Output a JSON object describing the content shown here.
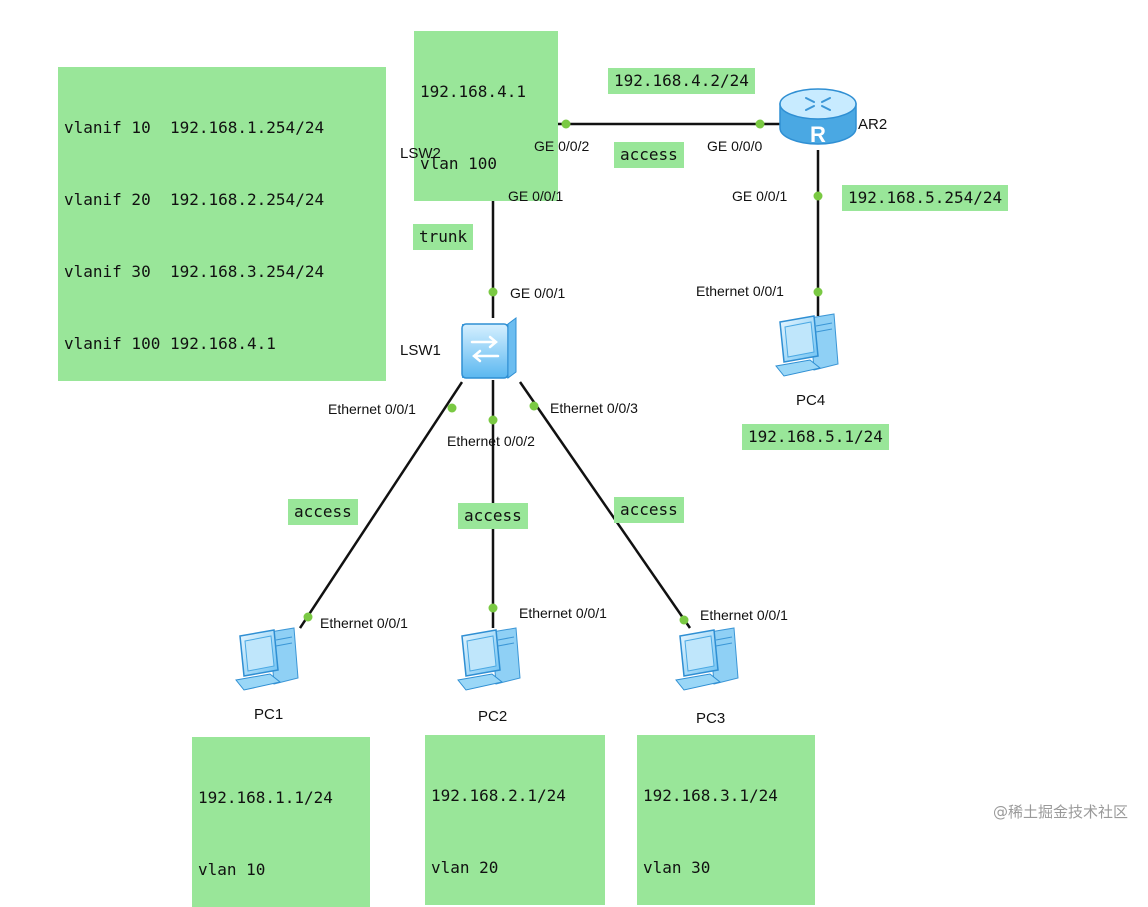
{
  "notes": {
    "lsw2_ip": [
      "192.168.4.1",
      "vlan 100"
    ],
    "vlanif": [
      "vlanif 10  192.168.1.254/24",
      "vlanif 20  192.168.2.254/24",
      "vlanif 30  192.168.3.254/24",
      "vlanif 100 192.168.4.1"
    ],
    "ar2_ip": "192.168.4.2/24",
    "access_top": "access",
    "ar2_lan": "192.168.5.254/24",
    "trunk": "trunk",
    "pc4_ip": "192.168.5.1/24",
    "access_pc1": "access",
    "access_pc2": "access",
    "access_pc3": "access",
    "pc1": [
      "192.168.1.1/24",
      "vlan 10"
    ],
    "pc2": [
      "192.168.2.1/24",
      "vlan 20"
    ],
    "pc3": [
      "192.168.3.1/24",
      "vlan 30"
    ]
  },
  "devices": {
    "lsw2": "LSW2",
    "ar2": "AR2",
    "lsw1": "LSW1",
    "pc1": "PC1",
    "pc2": "PC2",
    "pc3": "PC3",
    "pc4": "PC4"
  },
  "ports": {
    "lsw2_ge002": "GE 0/0/2",
    "ar2_ge000": "GE 0/0/0",
    "lsw2_ge001": "GE 0/0/1",
    "ar2_ge001": "GE 0/0/1",
    "lsw1_ge001": "GE 0/0/1",
    "pc4_eth": "Ethernet 0/0/1",
    "lsw1_e1": "Ethernet 0/0/1",
    "lsw1_e2": "Ethernet 0/0/2",
    "lsw1_e3": "Ethernet 0/0/3",
    "pc1_eth": "Ethernet 0/0/1",
    "pc2_eth": "Ethernet 0/0/1",
    "pc3_eth": "Ethernet 0/0/1"
  },
  "icons": {
    "l3switch": "layer3-switch-icon",
    "router": "router-icon",
    "switch": "switch-icon",
    "pc": "pc-icon"
  },
  "colors": {
    "note_bg": "#99e699",
    "link": "#111111",
    "port_dot": "#7ac943",
    "device_blue": "#5ab7f0"
  },
  "watermark": "@稀土掘金技术社区"
}
